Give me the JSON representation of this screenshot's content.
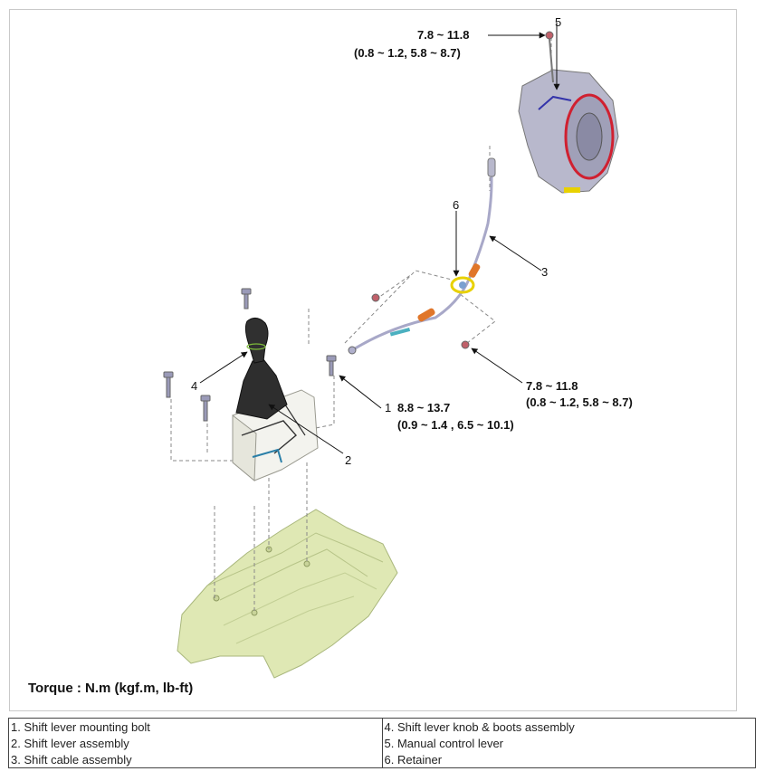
{
  "callouts": {
    "n1": "1",
    "n2": "2",
    "n3": "3",
    "n4": "4",
    "n5": "5",
    "n6": "6"
  },
  "torques": {
    "t5_line1": "7.8 ~ 11.8",
    "t5_line2": "(0.8 ~ 1.2, 5.8 ~ 8.7)",
    "tr_line1": "7.8 ~ 11.8",
    "tr_line2": "(0.8 ~ 1.2, 5.8 ~ 8.7)",
    "t1_line1": "8.8 ~ 13.7",
    "t1_line2": "(0.9 ~ 1.4 , 6.5 ~ 10.1)"
  },
  "torque_unit_note": "Torque : N.m (kgf.m, lb-ft)",
  "legend": {
    "rows": [
      [
        "1. Shift lever mounting bolt",
        "4. Shift lever knob & boots assembly"
      ],
      [
        "2. Shift lever assembly",
        "5. Manual control lever"
      ],
      [
        "3. Shift cable assembly",
        "6. Retainer"
      ]
    ]
  },
  "colors": {
    "floor_panel": "#dfe8b4",
    "knob": "#2a2a2a",
    "cable": "#a8a8c8",
    "cable_sleeve": "#e0762a",
    "retainer_ring": "#e8d100",
    "transaxle": "#b8b8cc",
    "transaxle_red": "#d02030",
    "bolt": "#9a9ab8"
  }
}
